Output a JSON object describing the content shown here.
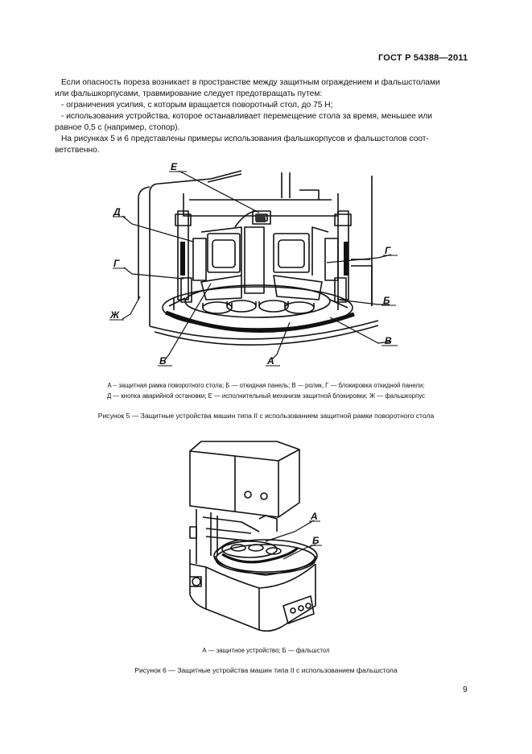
{
  "header": {
    "standard": "ГОСТ Р 54388—2011"
  },
  "body": {
    "lines": [
      "Если опасность пореза возникает в пространстве между защитным ограждением и фальшстолами",
      "или фальшкорпусами, травмирование следует предотвращать путем:",
      "- ограничения усилия, с которым вращается поворотный стол, до 75 Н;",
      "- использования устройства, которое останавливает перемещение стола за время, меньшее или",
      "равное 0,5 с (например, стопор).",
      "На рисунках 5 и 6 представлены примеры использования фальшкорпусов и фальшстолов соот-",
      "ветственно."
    ]
  },
  "figure5": {
    "labels": {
      "E": "Е",
      "D": "Д",
      "G1": "Г",
      "G2": "Г",
      "B": "Б",
      "ZH": "Ж",
      "B2": "Б",
      "A": "А",
      "V": "В"
    },
    "legend_line1": "А – защитная рамка поворотного стола; Б — откидная панель; В -– ролик, Г — блокировка откидной панели;",
    "legend_line2": "Д — кнопка аварийной остановки; Е — исполнительный механизм защитной блокировки; Ж — фальшкорпус",
    "caption": "Рисунок 5 — Защитные устройства машин типа II с использованием защитной рамки поворотного стола"
  },
  "figure6": {
    "labels": {
      "A": "А",
      "B": "Б"
    },
    "legend": "А — защитное устройство; Б — фальшстол",
    "caption": "Рисунок 6 — Защитные устройства машин типа II с использованием фальшстола"
  },
  "footer": {
    "page_number": "9"
  }
}
